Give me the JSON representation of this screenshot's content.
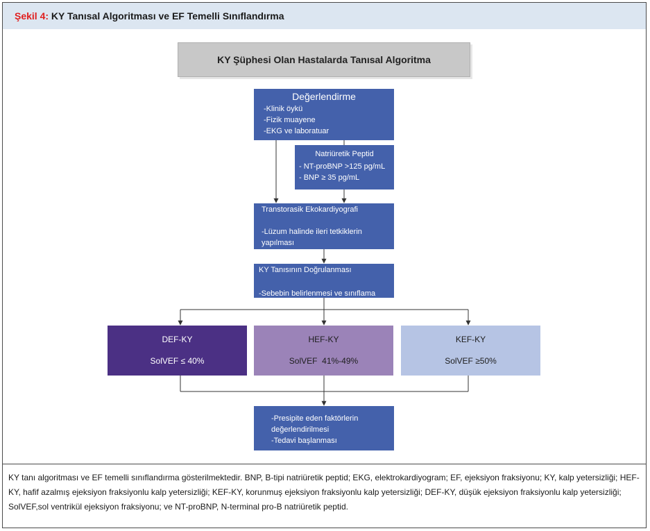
{
  "figure": {
    "label": "Şekil 4:",
    "title": "KY Tanısal Algoritması ve EF Temelli Sınıflandırma"
  },
  "banner": "KY Şüphesi Olan Hastalarda Tanısal Algoritma",
  "evaluation": {
    "heading": "Değerlendirme",
    "items": [
      "-Klinik öykü",
      "-Fizik muayene",
      "-EKG ve laboratuar"
    ]
  },
  "natriuretic": {
    "heading": "Natriüretik Peptid",
    "items": [
      "- NT-proBNP >125 pg/mL",
      "- BNP ≥ 35 pg/mL"
    ]
  },
  "echo": {
    "heading": "Transtorasik Ekokardiyografi",
    "note": "-Lüzum halinde ileri tetkiklerin yapılması"
  },
  "confirmation": {
    "heading": "KY Tanısının Doğrulanması",
    "note": "-Sebebin belirlenmesi ve sınıflama"
  },
  "classes": [
    {
      "name": "DEF-KY",
      "criterion": "SolVEF ≤ 40%",
      "color": "#4b3084"
    },
    {
      "name": "HEF-KY",
      "criterion": "SolVEF  41%-49%",
      "color": "#9b83b8"
    },
    {
      "name": "KEF-KY",
      "criterion": "SolVEF ≥50%",
      "color": "#b6c4e4"
    }
  ],
  "final": {
    "items": [
      "-Presipite eden faktörlerin değerlendirilmesi",
      "-Tedavi başlanması"
    ]
  },
  "caption": "KY tanı algoritması ve EF temelli sınıflandırma gösterilmektedir. BNP, B-tipi natriüretik peptid; EKG, elektrokardiyogram; EF, ejeksiyon fraksiyonu; KY, kalp yetersizliği; HEF-KY, hafif azalmış ejeksiyon fraksiyonlu kalp yetersizliği; KEF-KY, korunmuş ejeksiyon fraksiyonlu kalp yetersizliği; DEF-KY, düşük ejeksiyon fraksiyonlu kalp yetersizliği; SolVEF,sol ventrikül ejeksiyon fraksiyonu; ve NT-proBNP, N-terminal pro-B natriüretik peptid.",
  "colors": {
    "header_bg": "#dce6f1",
    "label_red": "#e02020",
    "box_blue": "#4461ab",
    "banner_gray": "#c8c8c8"
  }
}
